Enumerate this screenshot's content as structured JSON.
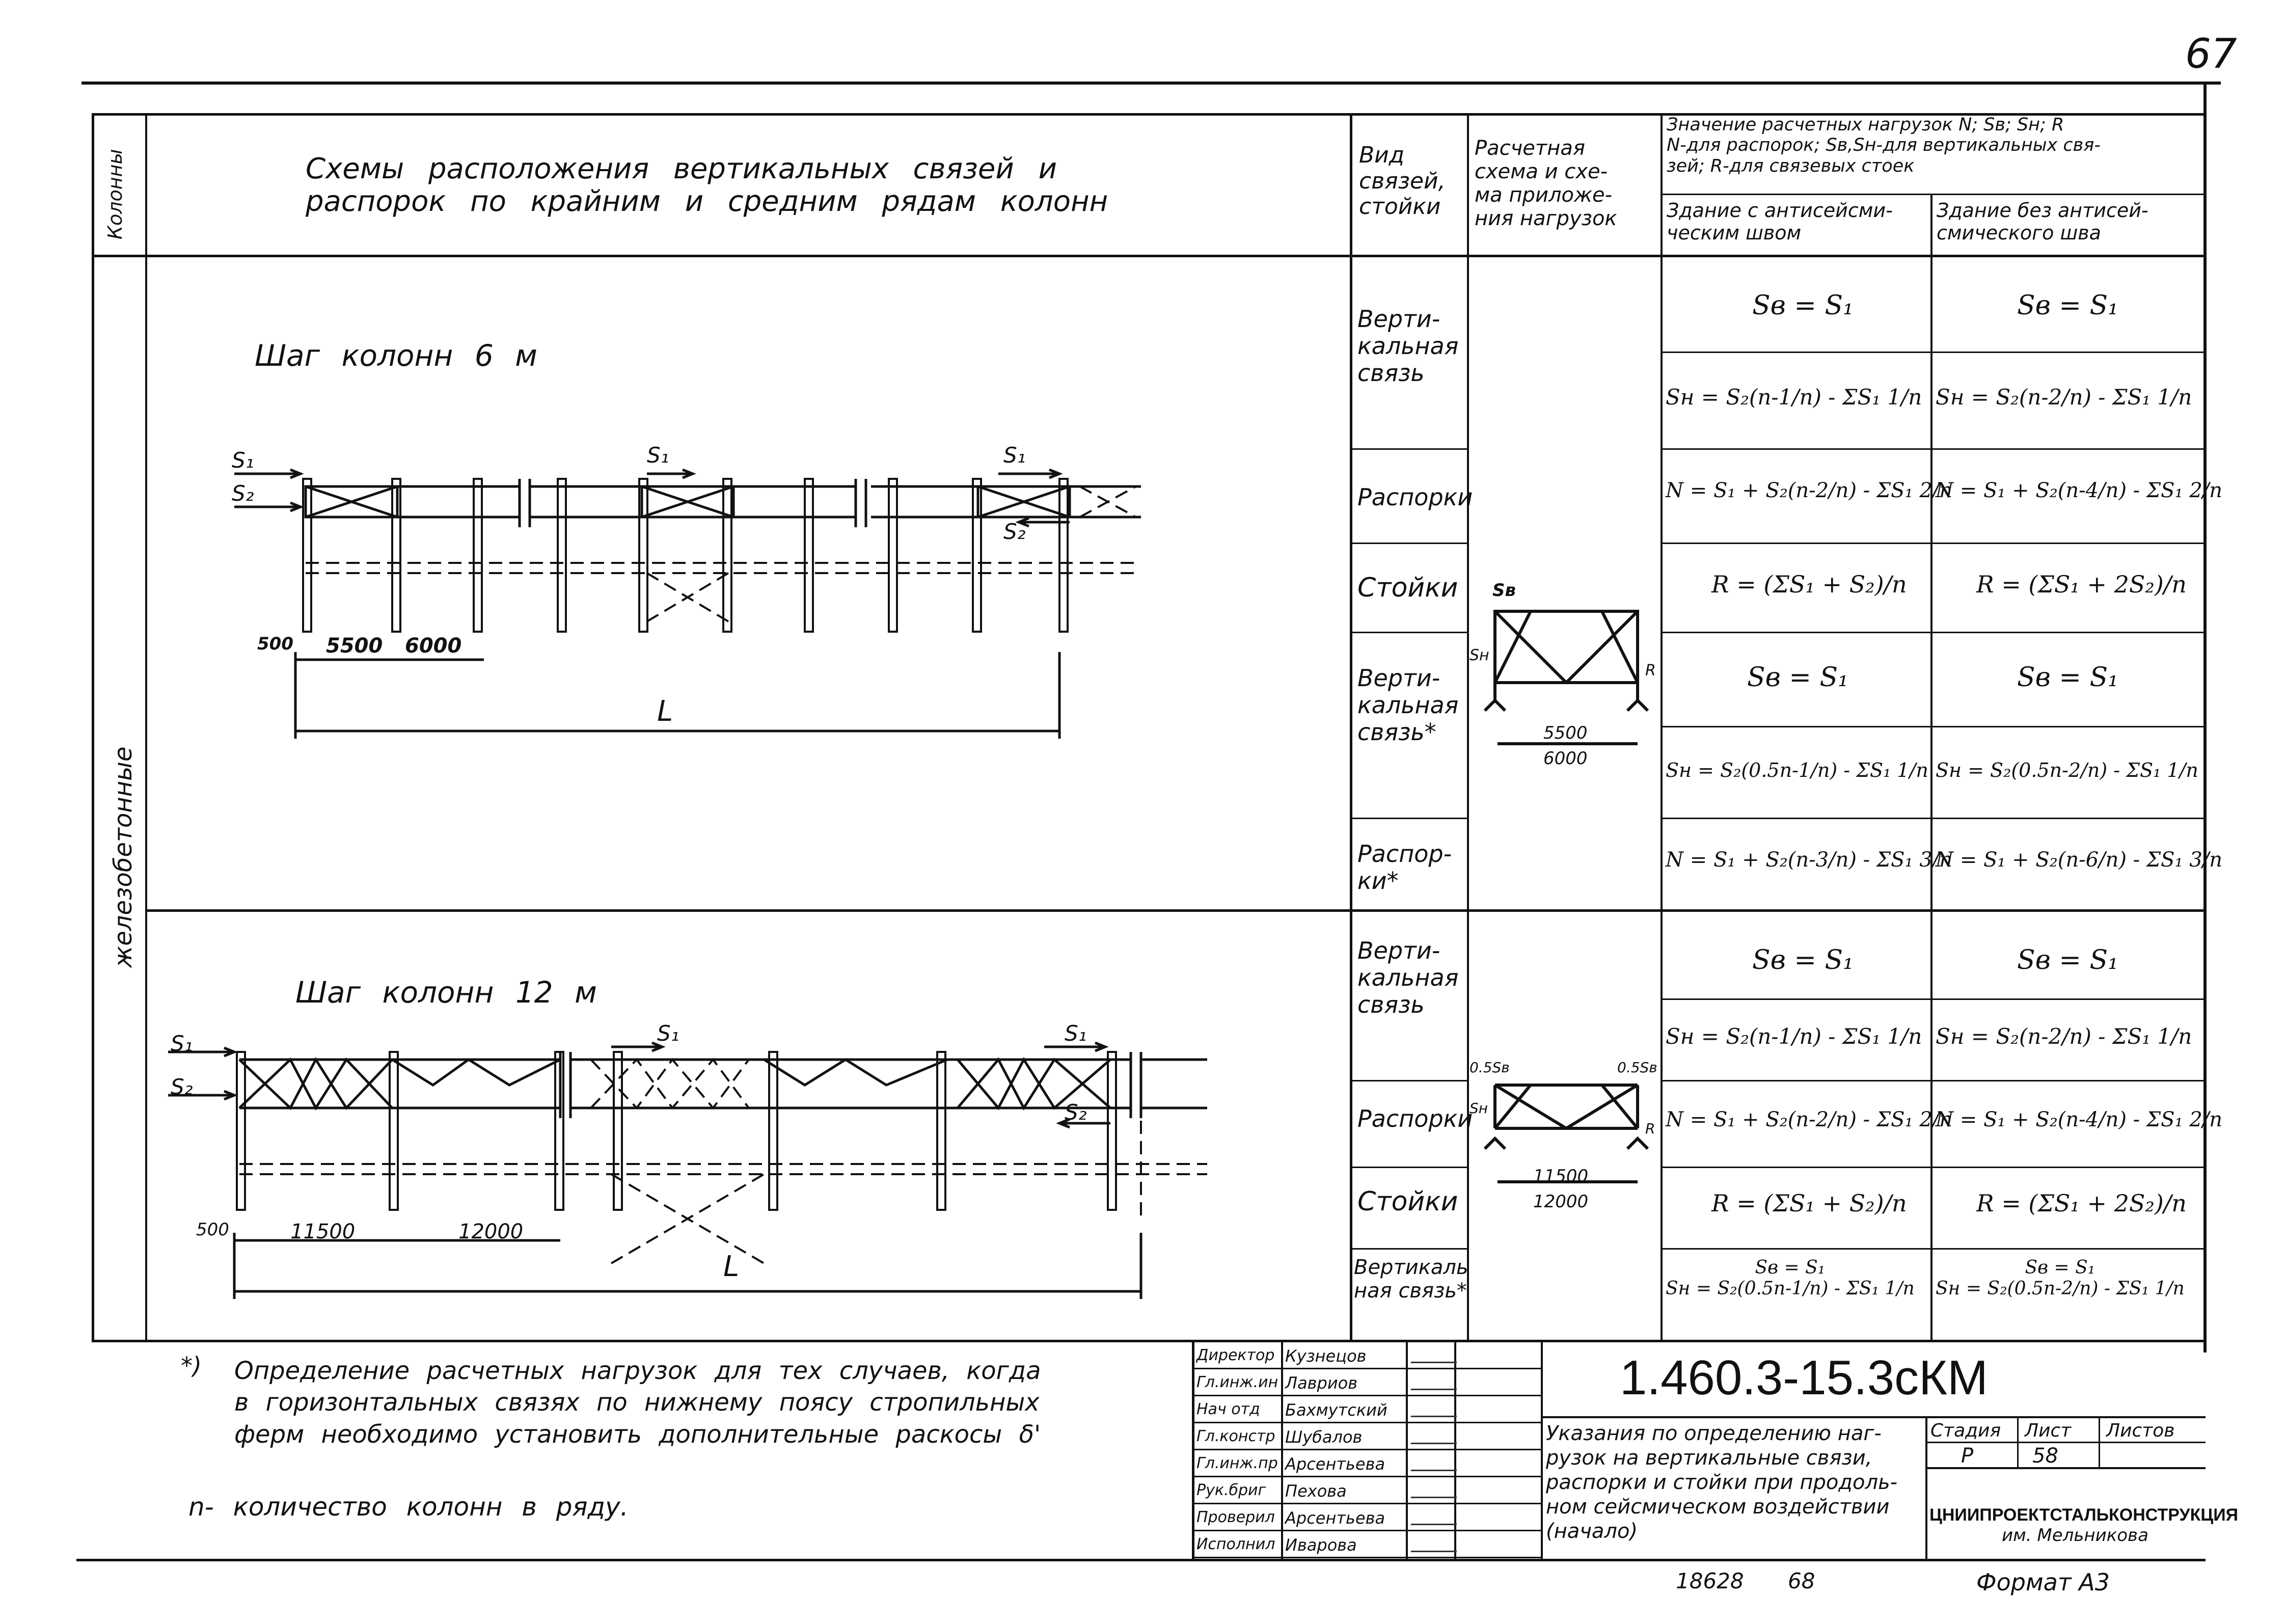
{
  "sheet_page_mark": "67",
  "table_head": {
    "col_columns": "Колонны",
    "col_schemes": "Схемы расположения вертикальных связей и\nраспорок по крайним и средним рядам колонн",
    "col_type": "Вид\nсвязей,\nстойки",
    "col_calc": "Расчетная\nсхема и схе-\nма приложе-\nния нагрузок",
    "col_values": "Значение расчетных нагрузок N; Sв; Sн; R\nN-для распорок; Sв,Sн-для вертикальных свя-\nзей; R-для связевых стоек",
    "col_with_joint": "Здание с антисейсми-\nческим швом",
    "col_without_joint": "Здание без антисей-\nсмического шва"
  },
  "column_material": "железобетонные",
  "scheme6": {
    "title": "Шаг колонн 6 м",
    "s1": "S₁",
    "s2": "S₂",
    "dim_500": "500",
    "dim_5500": "5500",
    "dim_6000": "6000",
    "dim_L": "L"
  },
  "scheme12": {
    "title": "Шаг колонн 12 м",
    "s1": "S₁",
    "s2": "S₂",
    "dim_500": "500",
    "dim_11500": "11500",
    "dim_12000": "12000",
    "dim_L": "L"
  },
  "rows": [
    {
      "type": "Верти-\nкальная\nсвязь",
      "a": "Sв = S₁",
      "b": "Sв = S₁"
    },
    {
      "type": "",
      "a": "Sн = S₂(n-1/n) - ΣS₁ 1/n",
      "b": "Sн = S₂(n-2/n) - ΣS₁ 1/n"
    },
    {
      "type": "Распорки",
      "a": "N = S₁ + S₂(n-2/n) - ΣS₁ 2/n",
      "b": "N = S₁ + S₂(n-4/n) - ΣS₁ 2/n"
    },
    {
      "type": "Стойки",
      "a": "R = (ΣS₁ + S₂)/n",
      "b": "R = (ΣS₁ + 2S₂)/n"
    },
    {
      "type": "Верти-\nкальная\nсвязь*",
      "a": "Sв = S₁",
      "b": "Sв = S₁"
    },
    {
      "type": "",
      "a": "Sн = S₂(0.5n-1/n) - ΣS₁ 1/n",
      "b": "Sн = S₂(0.5n-2/n) - ΣS₁ 1/n"
    },
    {
      "type": "Распор-\nки*",
      "a": "N = S₁ + S₂(n-3/n) - ΣS₁ 3/n",
      "b": "N = S₁ + S₂(n-6/n) - ΣS₁ 3/n"
    },
    {
      "type": "Верти-\nкальная\nсвязь",
      "a": "Sв = S₁",
      "b": "Sв = S₁"
    },
    {
      "type": "",
      "a": "Sн = S₂(n-1/n) - ΣS₁ 1/n",
      "b": "Sн = S₂(n-2/n) - ΣS₁ 1/n"
    },
    {
      "type": "Распорки",
      "a": "N = S₁ + S₂(n-2/n) - ΣS₁ 2/n",
      "b": "N = S₁ + S₂(n-4/n) - ΣS₁ 2/n"
    },
    {
      "type": "Стойки",
      "a": "R = (ΣS₁ + S₂)/n",
      "b": "R = (ΣS₁ + 2S₂)/n"
    },
    {
      "type": "Вертикаль\nная связь*",
      "a": "Sв = S₁\nSн = S₂(0.5n-1/n) - ΣS₁ 1/n",
      "b": "Sв = S₁\nSн = S₂(0.5n-2/n) - ΣS₁ 1/n"
    }
  ],
  "calc1": {
    "sv": "Sв",
    "sn": "Sн",
    "r": "R",
    "dim_top": "5500",
    "dim_bot": "6000"
  },
  "calc2": {
    "sv_l": "0.5Sв",
    "sv_r": "0.5Sв",
    "sn": "Sн",
    "r": "R",
    "dim_top": "11500",
    "dim_bot": "12000"
  },
  "footnote": "Определение расчетных нагрузок для тех случаев, когда\nв горизонтальных связях по нижнему поясу стропильных\nферм необходимо установить дополнительные раскосы δ'",
  "footnote_mark": "*)",
  "n_note": "n- количество колонн в ряду.",
  "signatures": [
    {
      "role": "Директор",
      "name": "Кузнецов"
    },
    {
      "role": "Гл.инж.ин",
      "name": "Лавриов"
    },
    {
      "role": "Нач отд",
      "name": "Бахмутский"
    },
    {
      "role": "Гл.констр",
      "name": "Шубалов"
    },
    {
      "role": "Гл.инж.пр",
      "name": "Арсентьева"
    },
    {
      "role": "Рук.бриг",
      "name": "Пехова"
    },
    {
      "role": "Проверил",
      "name": "Арсентьева"
    },
    {
      "role": "Исполнил",
      "name": "Иварова"
    }
  ],
  "doc_code": "1.460.3-15.3сКМ",
  "doc_title": "Указания по определению наг-\nрузок на вертикальные связи,\nраспорки и стойки при продоль-\nном сейсмическом воздействии\n(начало)",
  "stage_label": "Стадия",
  "stage_value": "Р",
  "sheet_label": "Лист",
  "sheet_value": "58",
  "sheets_label": "Листов",
  "sheets_value": "",
  "org_name": "ЦНИИПРОЕКТСТАЛЬКОНСТРУКЦИЯ",
  "org_sub": "им. Мельникова",
  "inv_number": "18628",
  "inv_number2": "68",
  "format_label": "Формат А3"
}
